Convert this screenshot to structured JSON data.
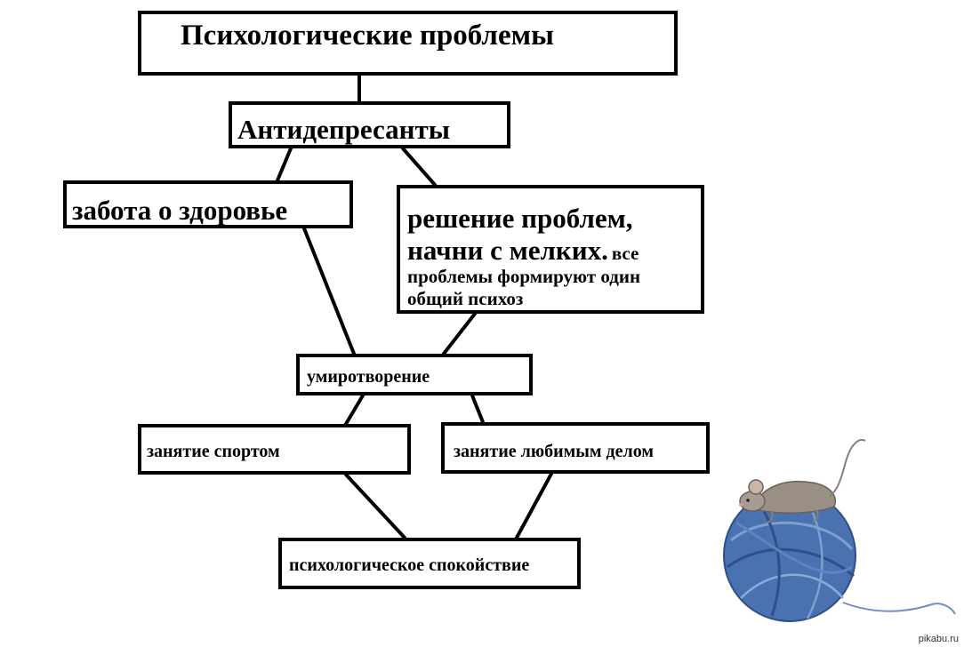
{
  "diagram": {
    "nodes": {
      "psych_problems": "Психологические проблемы",
      "antidepressants": "Антидепресанты",
      "health_care": "забота о здоровье",
      "problem_solving_main": "решение проблем, начни с мелких.",
      "problem_solving_note": "все проблемы формируют один общий психоз",
      "pacification": "умиротворение",
      "sports": "занятие спортом",
      "hobby": "занятие любимым делом",
      "calm": "психологическое спокойствие"
    },
    "edges": [
      [
        "psych_problems",
        "antidepressants"
      ],
      [
        "antidepressants",
        "health_care"
      ],
      [
        "antidepressants",
        "problem_solving_main"
      ],
      [
        "health_care",
        "pacification"
      ],
      [
        "problem_solving_main",
        "pacification"
      ],
      [
        "pacification",
        "sports"
      ],
      [
        "pacification",
        "hobby"
      ],
      [
        "sports",
        "calm"
      ],
      [
        "hobby",
        "calm"
      ]
    ]
  },
  "illustration": {
    "subject": "mouse-on-yarn-ball",
    "colors": {
      "yarn": "#4a72b0",
      "yarn_dark": "#2f4f86",
      "mouse": "#9a8f84"
    }
  },
  "watermark": "pikabu.ru"
}
